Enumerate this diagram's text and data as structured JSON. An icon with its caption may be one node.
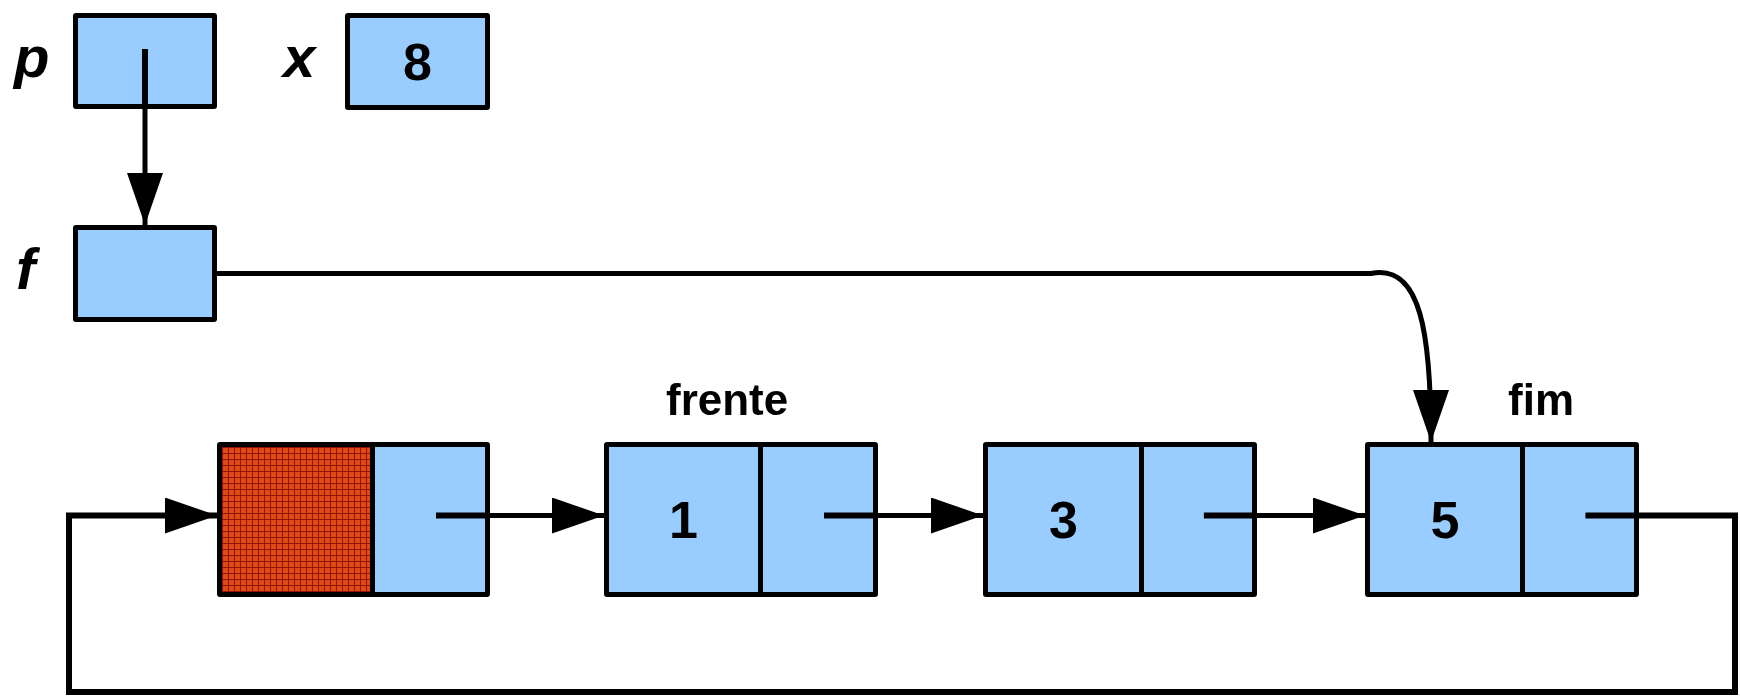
{
  "diagram": {
    "nodes": [
      {
        "text": [],
        "shape": "box",
        "beside": [
          "p"
        ]
      },
      {
        "text": [
          "8"
        ],
        "beside": [
          "x"
        ]
      },
      {
        "text": [],
        "shape": "box",
        "beside": [
          "f"
        ]
      },
      {
        "text": [],
        "shape": "box"
      },
      {
        "text": [
          "1"
        ],
        "beside": [
          "frente"
        ]
      },
      {
        "text": [
          "3"
        ]
      },
      {
        "text": [
          "5"
        ],
        "beside": [
          "fim"
        ]
      }
    ],
    "edges": [
      {
        "from": 0,
        "to": 2,
        "arrow": "to"
      },
      {
        "from": 2,
        "to": 6,
        "arrow": "to"
      },
      {
        "from": 3,
        "to": 4,
        "arrow": "to"
      },
      {
        "from": 4,
        "to": 5,
        "arrow": "to"
      },
      {
        "from": 5,
        "to": 6,
        "arrow": "to"
      },
      {
        "from": 6,
        "to": 3,
        "arrow": "to"
      }
    ]
  }
}
